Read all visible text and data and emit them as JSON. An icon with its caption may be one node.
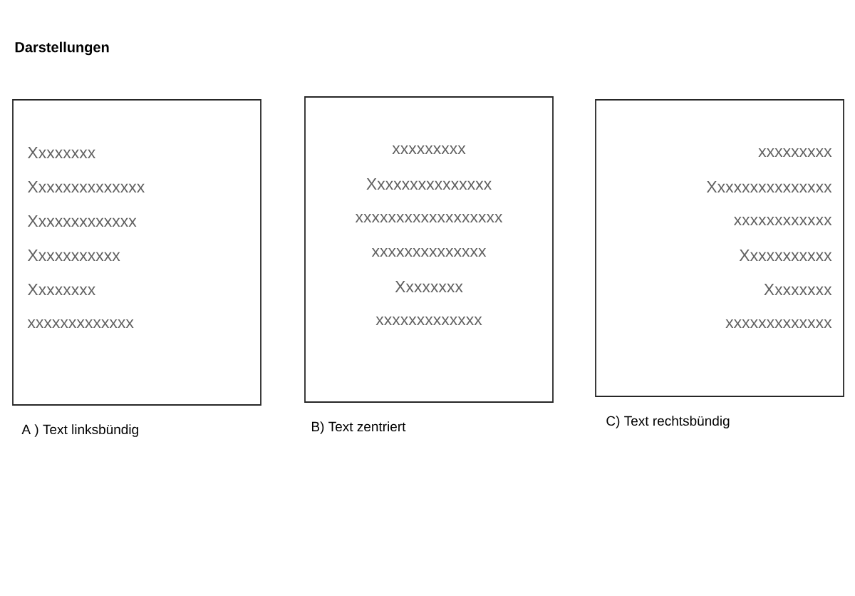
{
  "diagram": {
    "title": "Darstellungen",
    "nodes": [
      {
        "text": [
          "Xxxxxxxx",
          "Xxxxxxxxxxxxxx",
          "Xxxxxxxxxxxxx",
          "Xxxxxxxxxxx",
          "Xxxxxxxx",
          "xxxxxxxxxxxxx"
        ],
        "beside": [
          "A ) Text linksbündig"
        ]
      },
      {
        "text": [
          "xxxxxxxxx",
          "Xxxxxxxxxxxxxxx",
          "xxxxxxxxxxxxxxxxxx",
          "xxxxxxxxxxxxxx",
          "Xxxxxxxx",
          "xxxxxxxxxxxxx"
        ],
        "beside": [
          "B) Text zentriert"
        ]
      },
      {
        "text": [
          "xxxxxxxxx",
          "Xxxxxxxxxxxxxxx",
          "xxxxxxxxxxxx",
          "Xxxxxxxxxxx",
          "Xxxxxxxx",
          "xxxxxxxxxxxxx"
        ],
        "beside": [
          "C) Text rechtsbündig"
        ]
      }
    ]
  }
}
